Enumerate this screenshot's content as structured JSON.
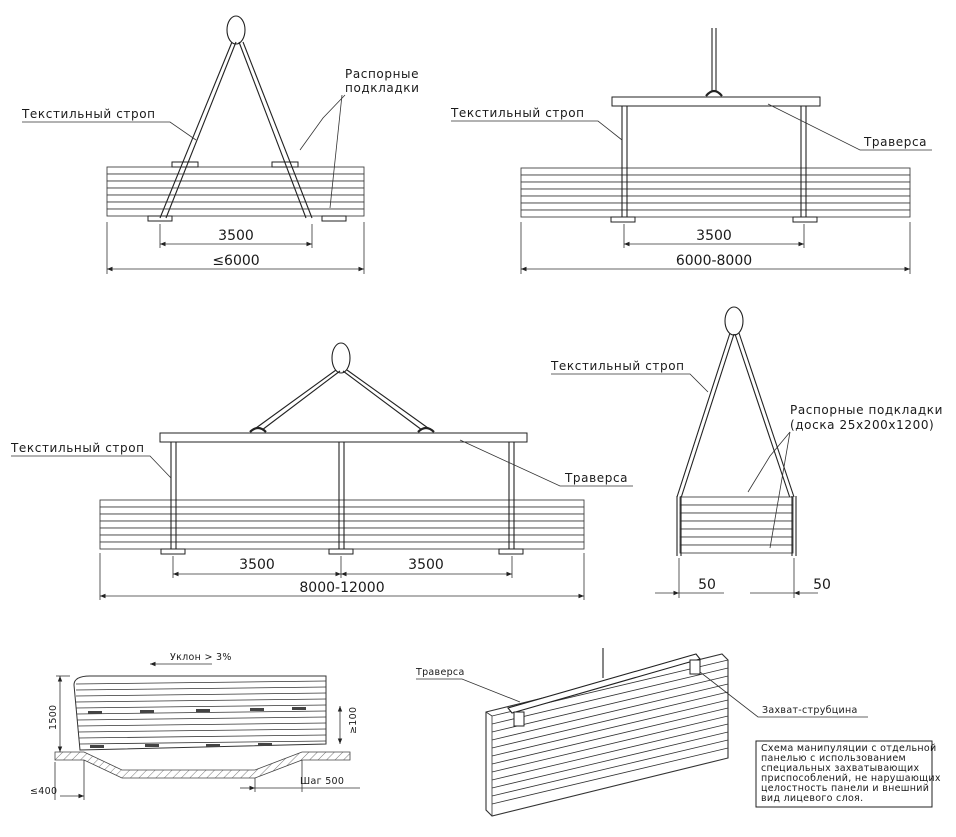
{
  "labels": {
    "textile_sling": "Текстильный строп",
    "spacers_line1": "Распорные",
    "spacers_line2": "подкладки",
    "traverse": "Траверса",
    "spacers_full": "Распорные подкладки",
    "spacers_size": "(доска 25x200x1200)",
    "slope": "Уклон > 3%",
    "step": "Шаг 500",
    "clamp": "Захват-струбцина"
  },
  "dims": {
    "d3500": "3500",
    "d6000": "≤6000",
    "d6000_8000": "6000-8000",
    "d8000_12000": "8000-12000",
    "d50": "50",
    "d1500": "1500",
    "d100": "≥100",
    "d400": "≤400"
  },
  "note": [
    "Схема манипуляции с отдельной",
    "панелью с использованием",
    "специальных захватывающих",
    "приспособлений, не нарушающих",
    "целостность панели и внешний",
    "вид лицевого слоя."
  ],
  "colors": {
    "line": "#222222",
    "background": "#ffffff"
  }
}
